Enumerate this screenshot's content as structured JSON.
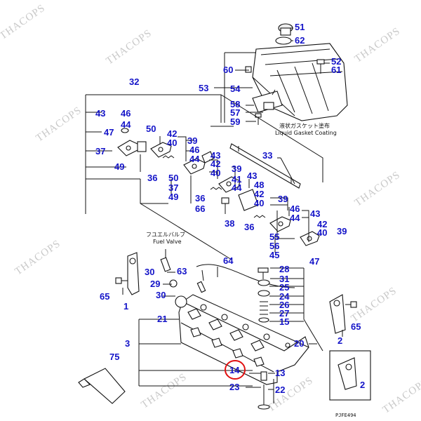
{
  "watermark": "THACOPS",
  "annotations": {
    "liquid_gasket_jp": "液状ガスケット塗布",
    "liquid_gasket_en": "Liquid Gasket Coating",
    "fuel_valve_jp": "フユエルバルブ",
    "fuel_valve_en": "Fuel Valve"
  },
  "drawing_code": "PJFE494",
  "highlighted_part": "14",
  "callouts": [
    "51",
    "62",
    "52",
    "61",
    "60",
    "53",
    "54",
    "58",
    "57",
    "59",
    "32",
    "43",
    "46",
    "44",
    "47",
    "50",
    "37",
    "49",
    "36",
    "42",
    "40",
    "39",
    "33",
    "41",
    "48",
    "66",
    "38",
    "55",
    "56",
    "45",
    "64",
    "28",
    "31",
    "25",
    "24",
    "26",
    "27",
    "15",
    "30",
    "63",
    "29",
    "65",
    "1",
    "21",
    "3",
    "20",
    "2",
    "14",
    "13",
    "23",
    "22",
    "75"
  ]
}
